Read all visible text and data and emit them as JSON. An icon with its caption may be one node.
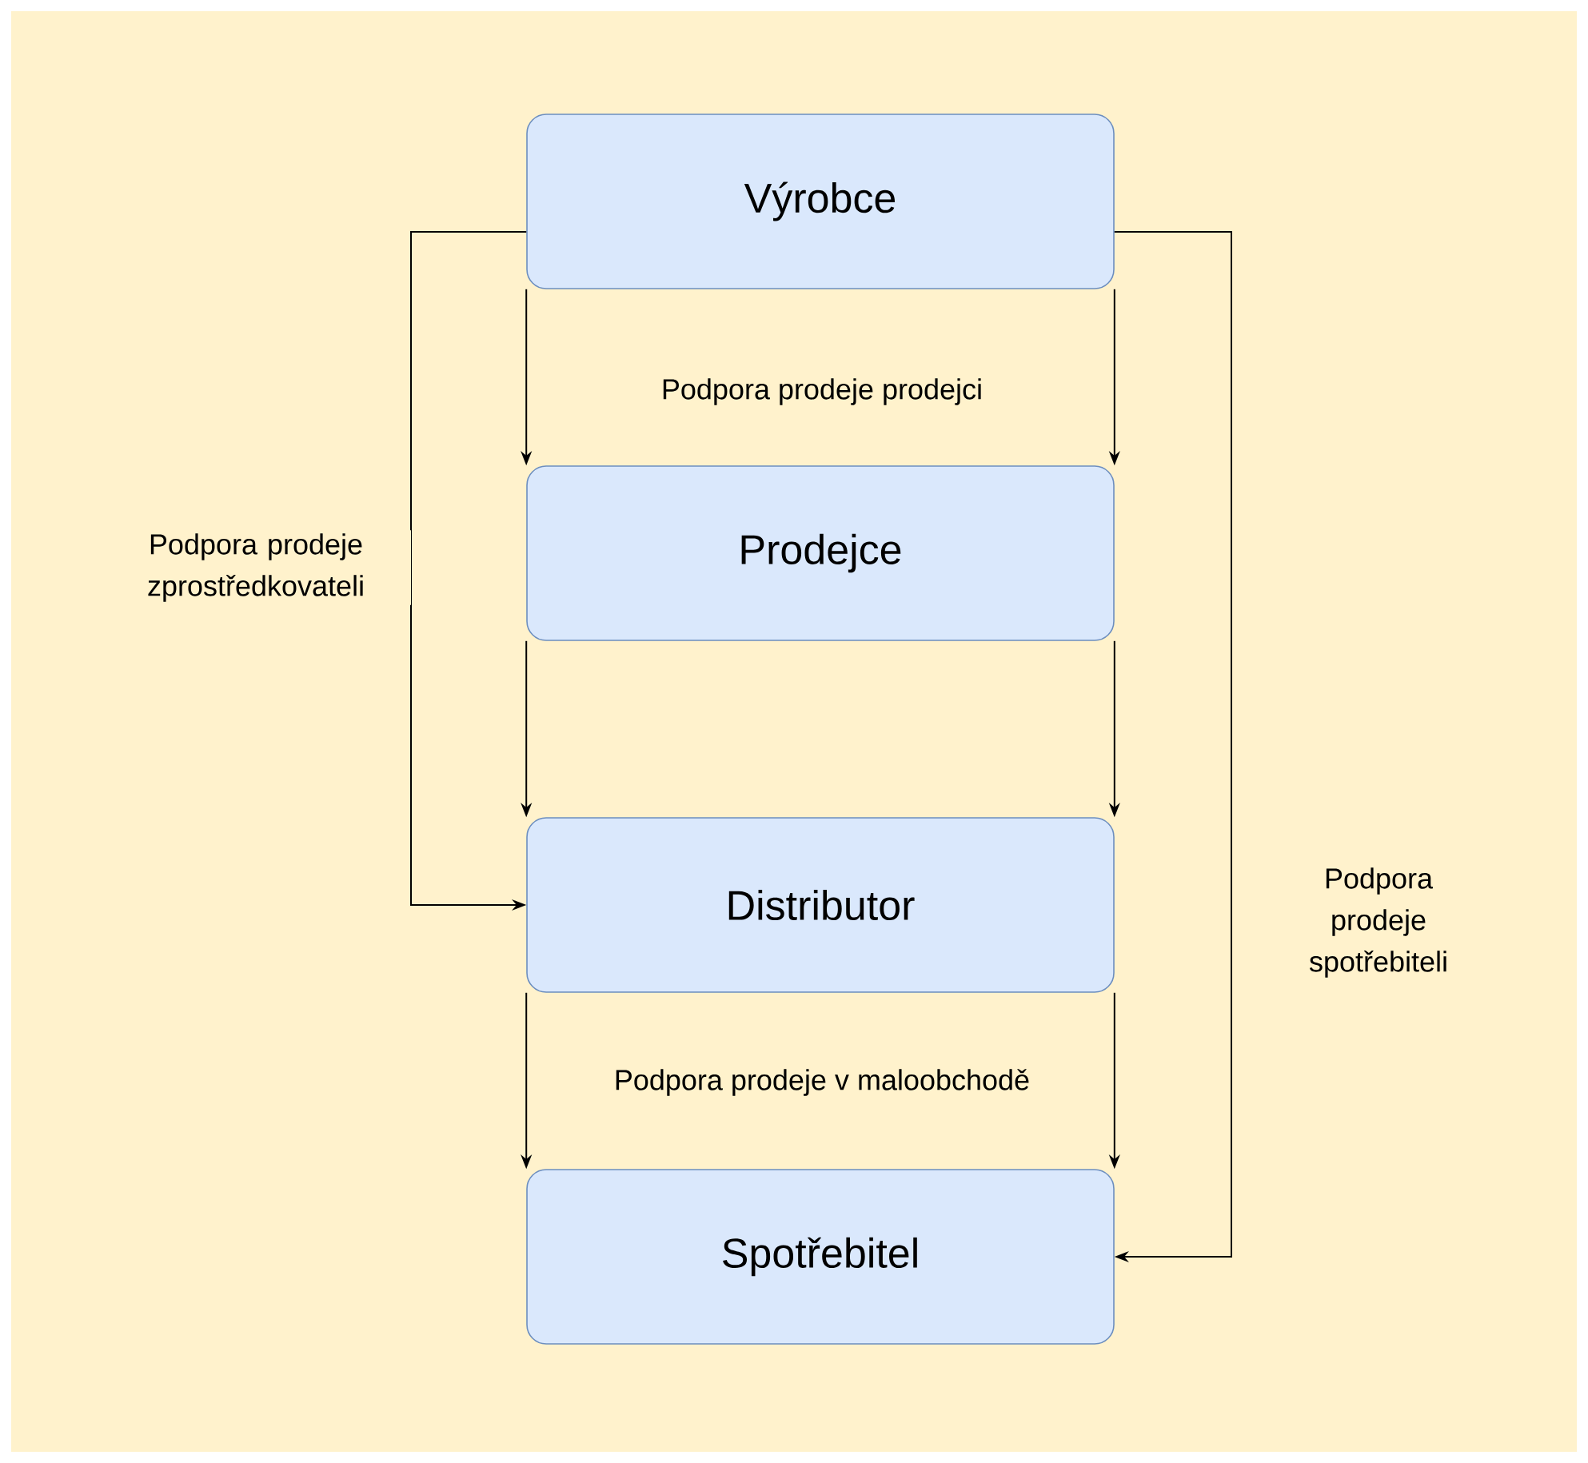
{
  "diagram": {
    "nodes": [
      {
        "text": [
          "Výrobce"
        ]
      },
      {
        "text": [
          "Prodejce"
        ]
      },
      {
        "text": [
          "Distributor"
        ]
      },
      {
        "text": [
          "Spotřebitel"
        ]
      }
    ],
    "edges": [
      {
        "from": 0,
        "to": 1,
        "arrow": "to"
      },
      {
        "from": 0,
        "to": 1,
        "arrow": "to"
      },
      {
        "from": 1,
        "to": 2,
        "arrow": "to"
      },
      {
        "from": 1,
        "to": 2,
        "arrow": "to"
      },
      {
        "from": 2,
        "to": 3,
        "arrow": "to"
      },
      {
        "from": 2,
        "to": 3,
        "arrow": "to"
      },
      {
        "from": 0,
        "to": 2,
        "arrow": "to",
        "label": "Podpora prodeje zprostředkovateli"
      },
      {
        "from": 0,
        "to": 3,
        "arrow": "to",
        "label": "Podpora prodeje spotřebiteli"
      }
    ],
    "labels": [
      "Podpora prodeje prodejci",
      "Podpora prodeje v maloobchodě"
    ]
  }
}
